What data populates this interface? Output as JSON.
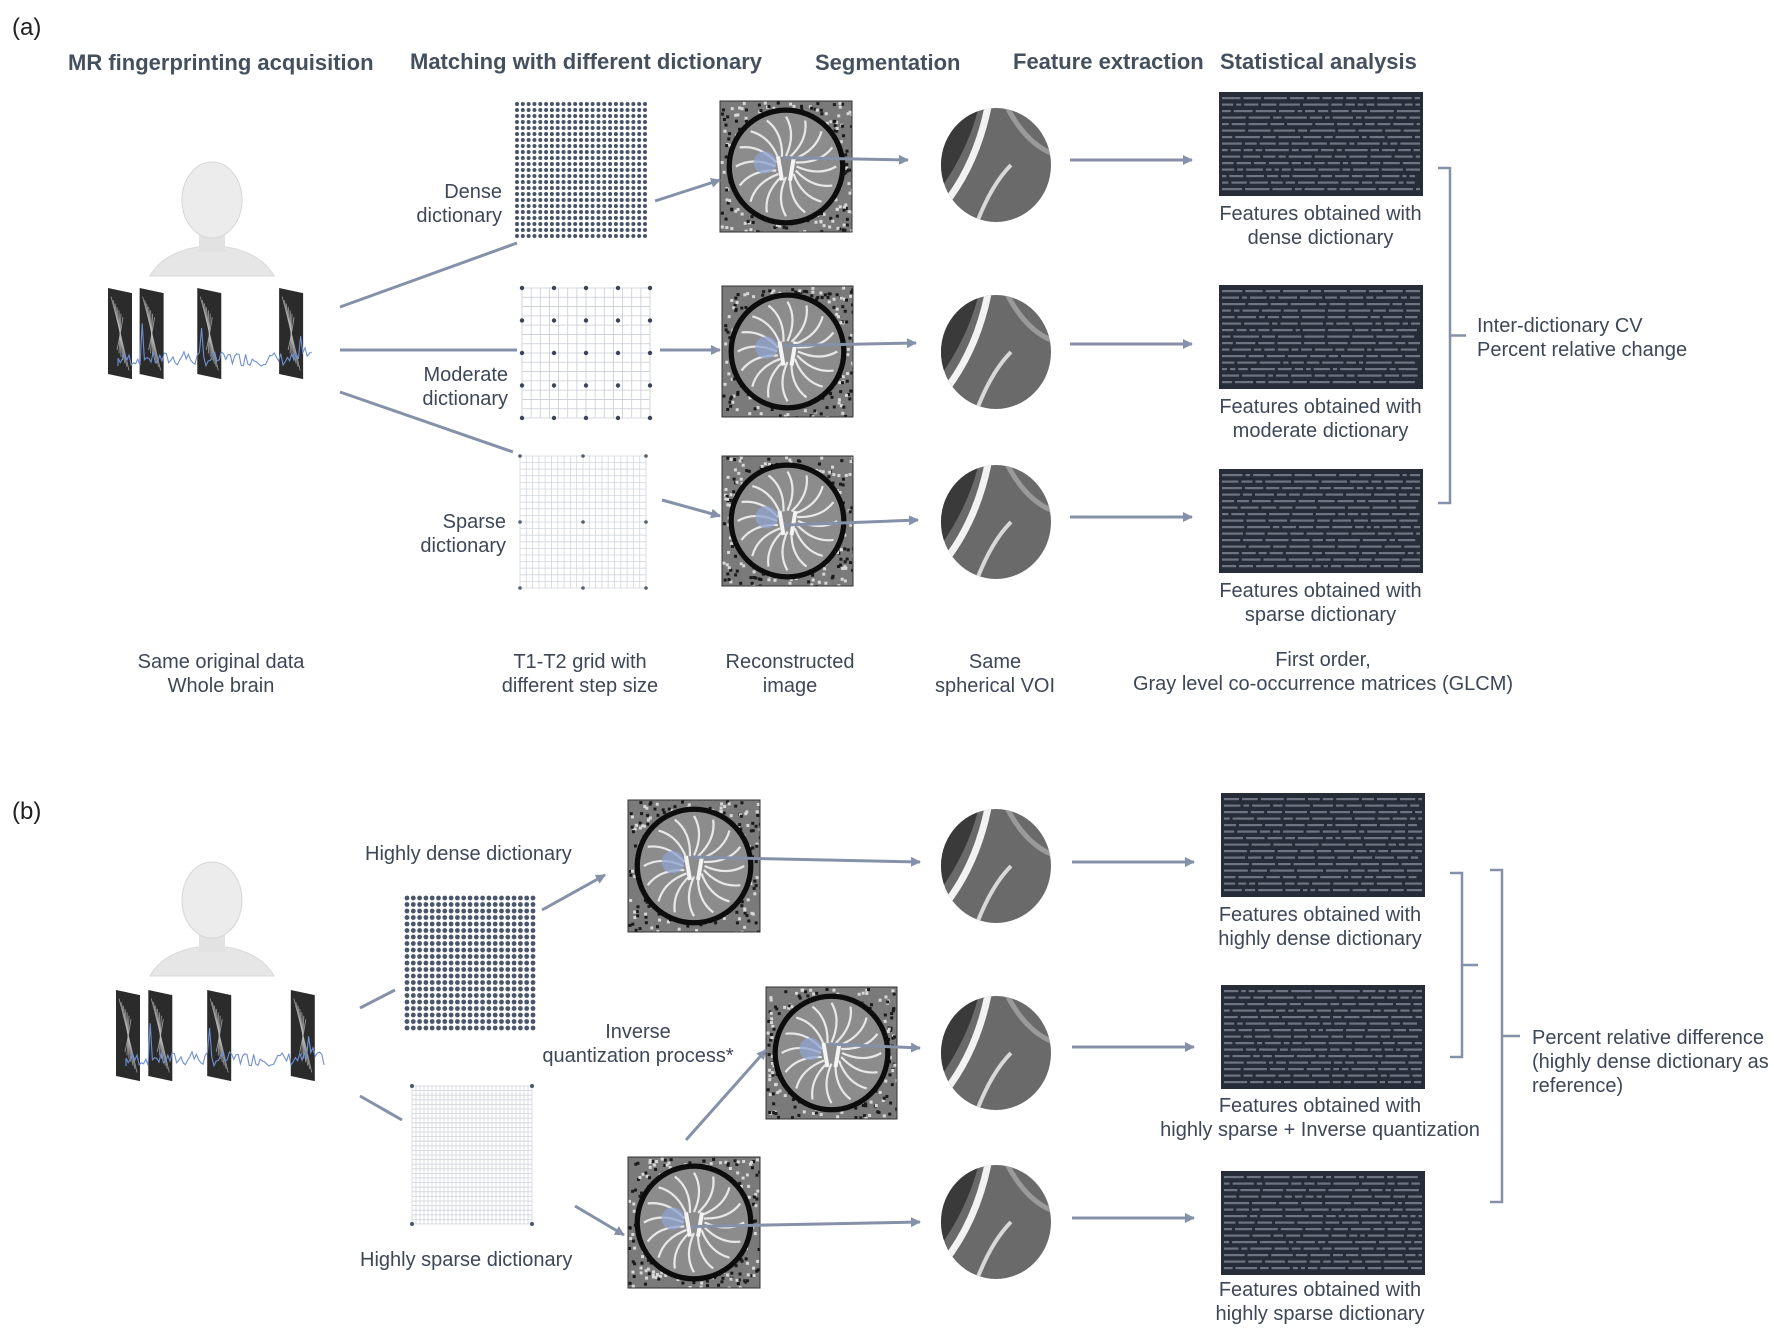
{
  "panel_a": {
    "tag": "(a)",
    "headers": {
      "acquisition": "MR fingerprinting acquisition",
      "matching": "Matching with different dictionary",
      "segmentation": "Segmentation",
      "feature_extraction": "Feature extraction",
      "statistical": "Statistical analysis"
    },
    "dict_labels": {
      "dense": "Dense\ndictionary",
      "moderate": "Moderate\ndictionary",
      "sparse": "Sparse\ndictionary"
    },
    "feature_captions": {
      "dense": "Features obtained with\ndense dictionary",
      "moderate": "Features obtained with\nmoderate dictionary",
      "sparse": "Features obtained with\nsparse dictionary"
    },
    "stat_label": "Inter-dictionary CV\nPercent relative change",
    "bottom": {
      "data": "Same original data\nWhole brain",
      "grid": "T1-T2 grid with\ndifferent step size",
      "recon": "Reconstructed\nimage",
      "voi": "Same\nspherical VOI",
      "features": "First order,\nGray level co-occurrence matrices (GLCM)"
    }
  },
  "panel_b": {
    "tag": "(b)",
    "dict_labels": {
      "dense": "Highly dense dictionary",
      "sparse": "Highly sparse dictionary"
    },
    "inverse_label": "Inverse\nquantization process*",
    "feature_captions": {
      "dense": "Features obtained with\nhighly dense dictionary",
      "inverse": "Features obtained with\nhighly sparse + Inverse quantization",
      "sparse": "Features obtained with\nhighly sparse dictionary"
    },
    "stat_label": "Percent relative difference\n(highly dense dictionary as\nreference)"
  },
  "colors": {
    "arrow": "#8591a8",
    "text": "#3d4757",
    "header": "#45505f",
    "signal": "#6f8fd0",
    "code_bg": "#262c38"
  }
}
